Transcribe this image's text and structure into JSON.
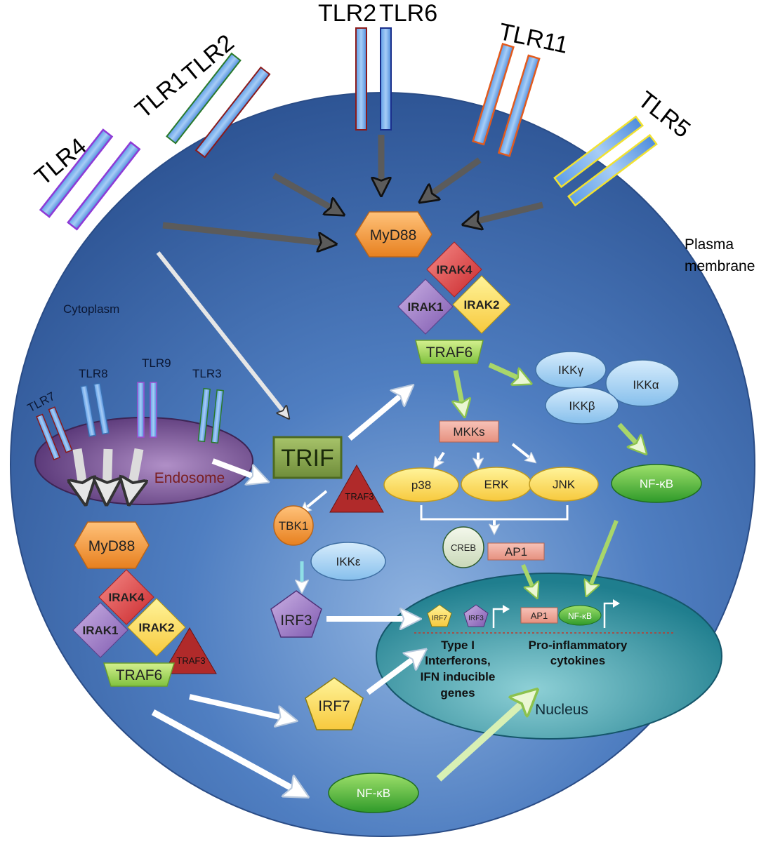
{
  "receptors": {
    "tlr4": "TLR4",
    "tlr1": "TLR1",
    "tlr2a": "TLR2",
    "tlr2b": "TLR2",
    "tlr6": "TLR6",
    "tlr11": "TLR11",
    "tlr5": "TLR5",
    "tlr7": "TLR7",
    "tlr8": "TLR8",
    "tlr9": "TLR9",
    "tlr3": "TLR3"
  },
  "regions": {
    "plasma_membrane": [
      "Plasma",
      "membrane"
    ],
    "cytoplasm": "Cytoplasm",
    "endosome": "Endosome",
    "nucleus": "Nucleus"
  },
  "adaptors": {
    "myd88_top": "MyD88",
    "myd88_bottom": "MyD88",
    "trif": "TRIF"
  },
  "kinases": {
    "irak4_top": "IRAK4",
    "irak1_top": "IRAK1",
    "irak2_top": "IRAK2",
    "irak4_bottom": "IRAK4",
    "irak1_bottom": "IRAK1",
    "irak2_bottom": "IRAK2",
    "tbk1": "TBK1",
    "ikk_epsilon": "IKKε",
    "ikk_gamma": "IKKγ",
    "ikk_alpha": "IKKα",
    "ikk_beta": "IKKβ",
    "mkks": "MKKs",
    "p38": "p38",
    "erk": "ERK",
    "jnk": "JNK"
  },
  "traf": {
    "traf6_top": "TRAF6",
    "traf6_bottom": "TRAF6",
    "traf3_top": "TRAF3",
    "traf3_bottom": "TRAF3"
  },
  "transcription_factors": {
    "nfkb_right": "NF-κB",
    "nfkb_bottom": "NF-κB",
    "creb": "CREB",
    "ap1": "AP1",
    "irf3": "IRF3",
    "irf7": "IRF7",
    "nuc_irf7": "IRF7",
    "nuc_irf3": "IRF3",
    "nuc_ap1": "AP1",
    "nuc_nfkb": "NF-κB"
  },
  "outputs": {
    "type1": [
      "Type I",
      "Interferons,",
      "IFN inducible",
      "genes"
    ],
    "proinflam": [
      "Pro-inflammatory",
      "cytokines"
    ]
  },
  "colors": {
    "cell": "#3a64a8",
    "endosome": "#6b4a88",
    "nucleus": "#2b8a98",
    "myd88": "#f39a3a",
    "irak4": "#e0464a",
    "irak1": "#9d7cc4",
    "irak2": "#f7d443",
    "traf6": "#9fd35a",
    "traf3": "#b02a2a",
    "trif": "#6f8d3a",
    "nfkb": "#4fb33a",
    "light_ellipse": "#a9d3f3",
    "arrow_white": "#ffffff",
    "arrow_green": "#a8d66a",
    "arrow_grey": "#555555"
  }
}
